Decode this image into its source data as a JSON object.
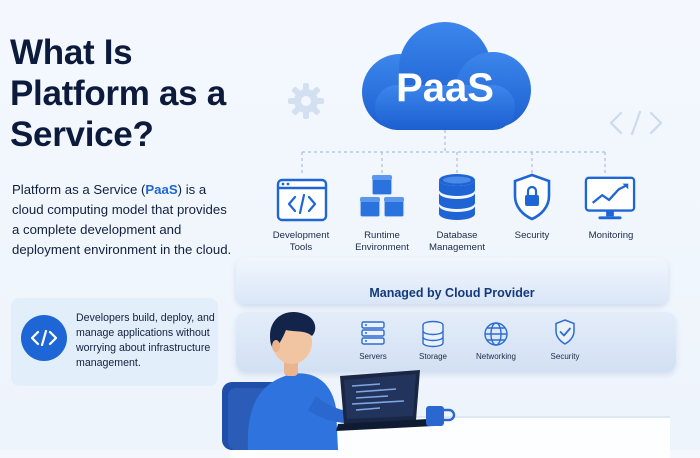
{
  "heading": "What Is Platform as a Service?",
  "intro": {
    "before": "Platform as a Service (",
    "highlight": "PaaS",
    "after": ") is a cloud computing model that provides a complete development and deployment environment in the cloud."
  },
  "note": {
    "icon": "code-icon",
    "text": "Developers build, deploy, and manage applications without worrying about infrastructure management."
  },
  "cloud": {
    "label": "PaaS"
  },
  "services": [
    {
      "label": "Development Tools",
      "icon": "code-window-icon"
    },
    {
      "label": "Runtime Environment",
      "icon": "cubes-icon"
    },
    {
      "label": "Database Management",
      "icon": "database-icon"
    },
    {
      "label": "Security",
      "icon": "shield-lock-icon"
    },
    {
      "label": "Monitoring",
      "icon": "monitor-chart-icon"
    }
  ],
  "platform": {
    "label": "Managed by Cloud Provider",
    "infrastructure": [
      {
        "label": "Servers",
        "icon": "server-icon"
      },
      {
        "label": "Storage",
        "icon": "storage-icon"
      },
      {
        "label": "Networking",
        "icon": "network-icon"
      },
      {
        "label": "Security",
        "icon": "shield-check-icon"
      }
    ]
  },
  "colors": {
    "accent": "#1e66d6",
    "text": "#0c1a3c",
    "background": "#f2f7fd"
  }
}
